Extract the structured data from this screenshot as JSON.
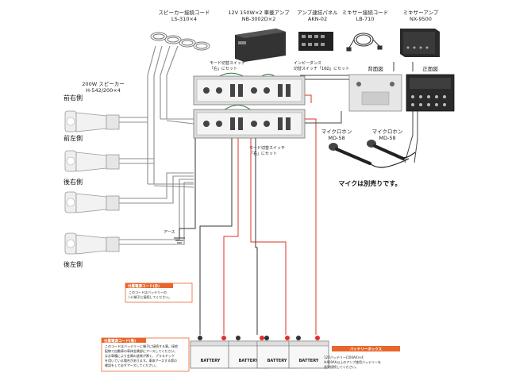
{
  "labels": {
    "speaker_cord": [
      "スピーカー接続コード",
      "LS-310×4"
    ],
    "amp": [
      "12V 150W×2 車載アンプ",
      "NB-3002D×2"
    ],
    "amp_panel": [
      "アンプ連結パネル",
      "AKN-02"
    ],
    "mixer_cord": [
      "ミキサー接続コード",
      "LB-710"
    ],
    "mixer_amp": [
      "ミキサーアンプ",
      "NX-9500"
    ],
    "speaker_model": [
      "200W スピーカー",
      "H-542/200×4"
    ],
    "mode_switch_1": [
      "モード切替スイッチ",
      "「右」にセット"
    ],
    "impedance_switch": [
      "インピーダンス",
      "切替スイッチ「16Ω」にセット"
    ],
    "mode_switch_2": [
      "モード切替スイッチ",
      "「右」にセット"
    ],
    "back_face": "背面図",
    "front_face": "正面図",
    "mic_1": [
      "マイクロホン",
      "MD-58"
    ],
    "mic_2": [
      "マイクロホン",
      "MD-58"
    ],
    "mic_note": "マイクは別売りです。",
    "earth": "アース"
  },
  "speakers": [
    "前右側",
    "前左側",
    "後右側",
    "後左側"
  ],
  "notes": {
    "cord_a_title": "付属電源コード(赤)",
    "cord_a_text": [
      "このコードはバッテリーの",
      "(+)端子に接続してください。"
    ],
    "cord_b_title": "付属電源コード(黒)",
    "cord_b_text": [
      "このコードはバッテリーに端子に接続する事。接地",
      "配線で自動車の車体金属部にアースしてください。",
      "なお車種により金属の塗装が厚く、プラスチック",
      "を用いている場合があります。車体アースする際の",
      "確認をして必ずアースしてください。"
    ]
  },
  "battery": {
    "box_title": "バッテリーボックス",
    "label": "BATTERY",
    "caption": [
      "12Vバッテリー(100Ah)×4",
      "※400Ah以上のアンプ使用バッテリーを",
      "並列接続してください。"
    ]
  },
  "colors": {
    "plus_wire": "#e0302a",
    "minus_wire": "#333333",
    "signal_wire": "#9a9a9a",
    "accent": "#e8662c"
  }
}
